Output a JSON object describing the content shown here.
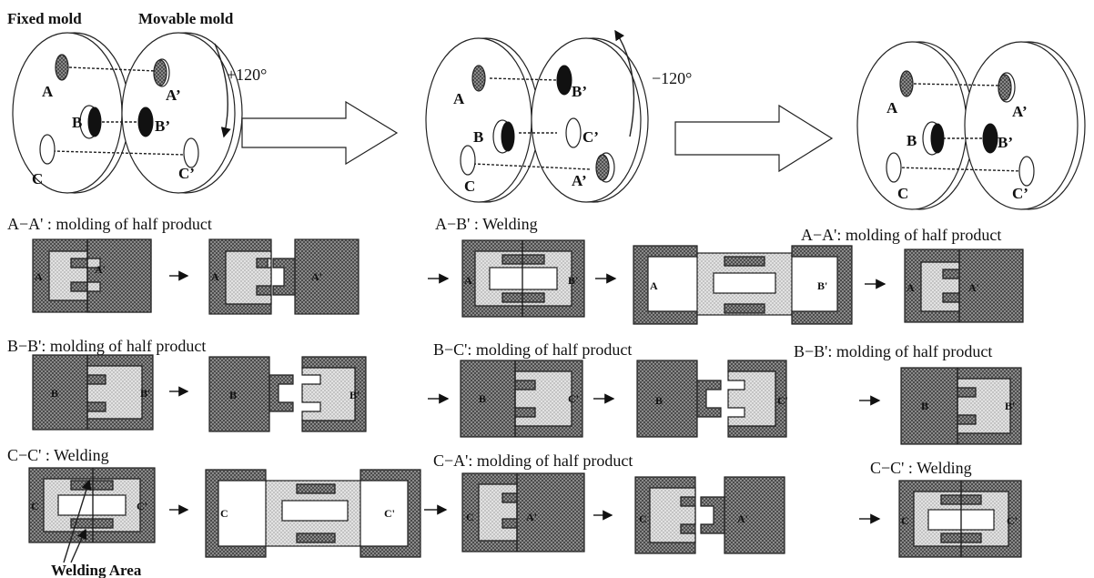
{
  "mold_labels": {
    "fixed": "Fixed mold",
    "movable": "Movable mold"
  },
  "rotations": {
    "first": "+120°",
    "second": "−120°"
  },
  "cavity_labels": {
    "A": "A",
    "B": "B",
    "C": "C",
    "A_prime": "A’",
    "B_prime": "B’",
    "C_prime": "C’"
  },
  "rows": {
    "col1": [
      "A−A' : molding of half product",
      "B−B':   molding of half product",
      "C−C' : Welding"
    ],
    "col2": [
      "A−B' : Welding",
      "B−C':   molding of half product",
      "C−A':   molding of half product"
    ],
    "col3": [
      "A−A':   molding of half product",
      "B−B':   molding of half product",
      "C−C' : Welding"
    ]
  },
  "welding_area": "Welding Area",
  "block_labels": {
    "A": "A",
    "B": "B",
    "C": "C",
    "A_prime": "A'",
    "B_prime": "B'",
    "C_prime": "C'"
  }
}
